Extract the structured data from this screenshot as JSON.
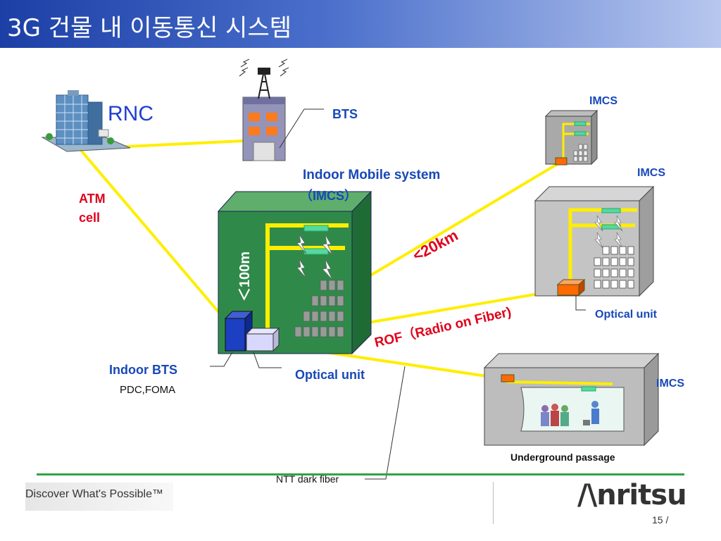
{
  "title": "3G 건물 내 이동통신 시스템",
  "labels": {
    "rnc": "RNC",
    "bts": "BTS",
    "indoor_mobile_system": "Indoor Mobile system",
    "imcs_paren": "（IMCS）",
    "atm": "ATM",
    "cell": "cell",
    "distance_100m": "＜100m",
    "distance_20km": "<20km",
    "rof": "ROF（Radio on Fiber)",
    "indoor_bts": "Indoor BTS",
    "pdc_foma": "PDC,FOMA",
    "optical_unit_center": "Optical unit",
    "optical_unit_right": "Optical unit",
    "imcs_1": "IMCS",
    "imcs_2": "IMCS",
    "imcs_3": "IMCS",
    "underground_passage": "Underground passage",
    "ntt_dark_fiber": "NTT dark fiber"
  },
  "footer": {
    "slogan": "Discover What's Possible™",
    "brand": "/\\nritsu",
    "page": "15 /"
  },
  "colors": {
    "fiber": "#ffee00",
    "building": "#2f8a4a",
    "title_bar": "#1c3fa6",
    "label_blue": "#1848b8",
    "label_red": "#e0001a"
  }
}
